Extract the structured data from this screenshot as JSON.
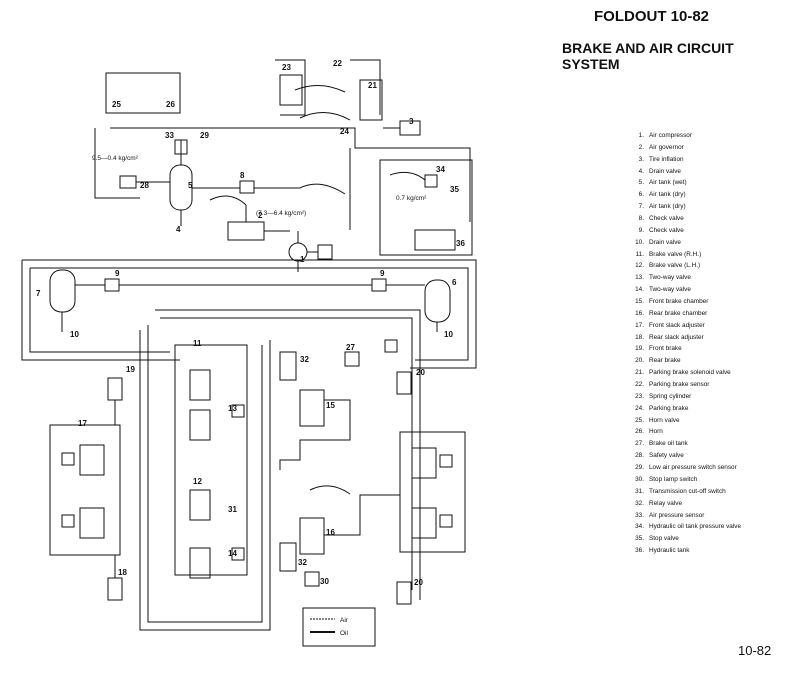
{
  "header": {
    "foldout": "FOLDOUT 10-82",
    "title": "BRAKE AND AIR CIRCUIT SYSTEM",
    "page_number": "10-82"
  },
  "legend": [
    {
      "n": "1.",
      "label": "Air compressor"
    },
    {
      "n": "2.",
      "label": "Air governor"
    },
    {
      "n": "3.",
      "label": "Tire inflation"
    },
    {
      "n": "4.",
      "label": "Drain valve"
    },
    {
      "n": "5.",
      "label": "Air tank (wet)"
    },
    {
      "n": "6.",
      "label": "Air tank (dry)"
    },
    {
      "n": "7.",
      "label": "Air tank (dry)"
    },
    {
      "n": "8.",
      "label": "Check valve"
    },
    {
      "n": "9.",
      "label": "Check valve"
    },
    {
      "n": "10.",
      "label": "Drain valve"
    },
    {
      "n": "11.",
      "label": "Brake valve (R.H.)"
    },
    {
      "n": "12.",
      "label": "Brake valve (L.H.)"
    },
    {
      "n": "13.",
      "label": "Two-way valve"
    },
    {
      "n": "14.",
      "label": "Two-way valve"
    },
    {
      "n": "15.",
      "label": "Front brake chamber"
    },
    {
      "n": "16.",
      "label": "Rear brake chamber"
    },
    {
      "n": "17.",
      "label": "Front slack adjuster"
    },
    {
      "n": "18.",
      "label": "Rear slack adjuster"
    },
    {
      "n": "19.",
      "label": "Front brake"
    },
    {
      "n": "20.",
      "label": "Rear brake"
    },
    {
      "n": "21.",
      "label": "Parking brake solenoid valve"
    },
    {
      "n": "22.",
      "label": "Parking brake sensor"
    },
    {
      "n": "23.",
      "label": "Spring cylinder"
    },
    {
      "n": "24.",
      "label": "Parking brake"
    },
    {
      "n": "25.",
      "label": "Horn valve"
    },
    {
      "n": "26.",
      "label": "Horn"
    },
    {
      "n": "27.",
      "label": "Brake oil tank"
    },
    {
      "n": "28.",
      "label": "Safety valve"
    },
    {
      "n": "29.",
      "label": "Low air pressure switch sensor"
    },
    {
      "n": "30.",
      "label": "Stop lamp switch"
    },
    {
      "n": "31.",
      "label": "Transmission cut-off switch"
    },
    {
      "n": "32.",
      "label": "Relay valve"
    },
    {
      "n": "33.",
      "label": "Air pressure sensor"
    },
    {
      "n": "34.",
      "label": "Hydraulic oil tank pressure valve"
    },
    {
      "n": "35.",
      "label": "Stop valve"
    },
    {
      "n": "36.",
      "label": "Hydraulic tank"
    }
  ],
  "diagram": {
    "labels": {
      "p_wet": "9.5—0.4 kg/cm²",
      "p_gov": "(7.3—6.4 kg/cm²)",
      "p_hyd": "0.7 kg/cm²",
      "key_air": "Air",
      "key_oil": "Oil"
    },
    "callouts": [
      "1",
      "2",
      "3",
      "4",
      "5",
      "6",
      "7",
      "8",
      "9",
      "9",
      "10",
      "10",
      "11",
      "12",
      "13",
      "14",
      "15",
      "16",
      "17",
      "18",
      "19",
      "20",
      "20",
      "21",
      "22",
      "23",
      "24",
      "25",
      "26",
      "27",
      "28",
      "29",
      "30",
      "31",
      "32",
      "32",
      "33",
      "34",
      "35",
      "36"
    ]
  }
}
